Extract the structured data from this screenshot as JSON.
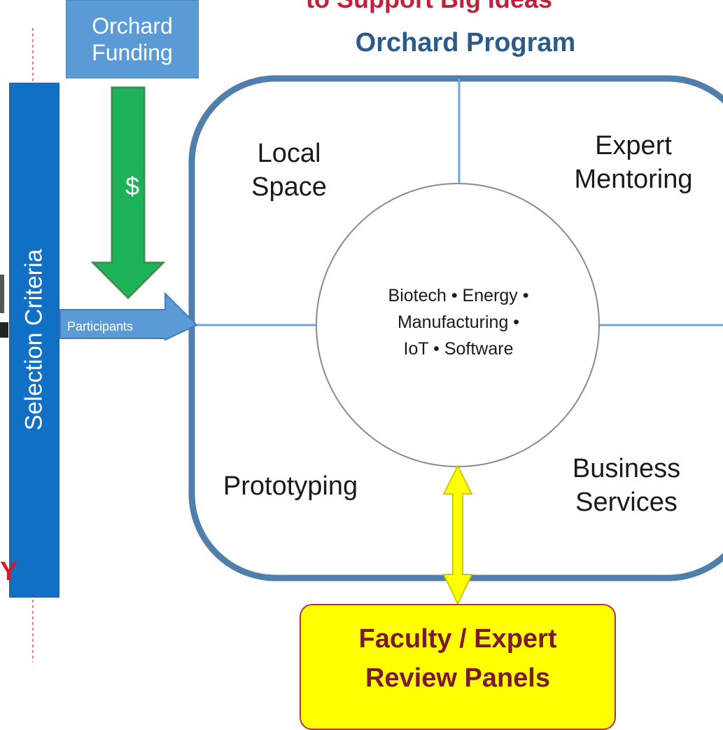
{
  "header": {
    "banner": "to Support Big Ideas",
    "program_title": "Orchard Program"
  },
  "funding": {
    "line1": "Orchard",
    "line2": "Funding",
    "dollar_sign": "$"
  },
  "selection": {
    "label": "Selection Criteria",
    "participants_label": "Participants"
  },
  "program": {
    "quadrants": {
      "top_left_line1": "Local",
      "top_left_line2": "Space",
      "top_right_line1": "Expert",
      "top_right_line2": "Mentoring",
      "bottom_left": "Prototyping",
      "bottom_right_line1": "Business",
      "bottom_right_line2": "Services"
    },
    "center": {
      "line1": "Biotech • Energy •",
      "line2": "Manufacturing •",
      "line3": "IoT • Software"
    }
  },
  "review": {
    "line1": "Faculty / Expert",
    "line2": "Review Panels"
  },
  "logos": {
    "bottom_left_text": "Y"
  },
  "colors": {
    "banner_red": "#c0203a",
    "title_blue": "#2b5a8c",
    "funding_box": "#5b9bd5",
    "selection_bar": "#0f70c6",
    "money_arrow": "#1db35a",
    "participants_arrow": "#5b9bd5",
    "program_border": "#4f7faa",
    "divider": "#6fa8d8",
    "review_fill": "#ffff00",
    "review_arrow": "#ffff00"
  }
}
